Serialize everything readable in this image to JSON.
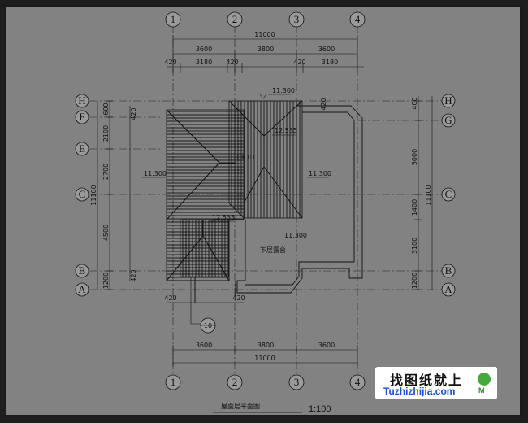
{
  "drawing": {
    "title": "屋面层平面图",
    "scale": "1:100"
  },
  "axes": {
    "vertical": [
      "1",
      "2",
      "3",
      "4"
    ],
    "left": [
      "H",
      "F",
      "E",
      "C",
      "B",
      "A"
    ],
    "right": [
      "H",
      "G",
      "C",
      "B",
      "A"
    ],
    "detail_marker": "10"
  },
  "dimensions": {
    "top_total": "11000",
    "top_spans": [
      "3600",
      "3800",
      "3600"
    ],
    "top_sub": [
      "420",
      "3180",
      "420",
      "420",
      "3180"
    ],
    "bottom_spans": [
      "3600",
      "3800",
      "3600"
    ],
    "bottom_total": "11000",
    "left_sub": [
      "420",
      "600",
      "2100",
      "2700",
      "4500",
      "420",
      "1200"
    ],
    "left_total": "11100",
    "right_sub": [
      "400",
      "5000",
      "1400",
      "3100",
      "1200"
    ],
    "right_total": "11100",
    "small": [
      "420",
      "420",
      "420"
    ]
  },
  "elevations": [
    "11.300",
    "12.535",
    "13.10",
    "11.300",
    "11.300",
    "12.535",
    "11.300"
  ],
  "room_label": "下层露台",
  "watermark": {
    "chinese": "找图纸就上",
    "site": "Tuzhizhijia.com",
    "suffix": "M"
  }
}
